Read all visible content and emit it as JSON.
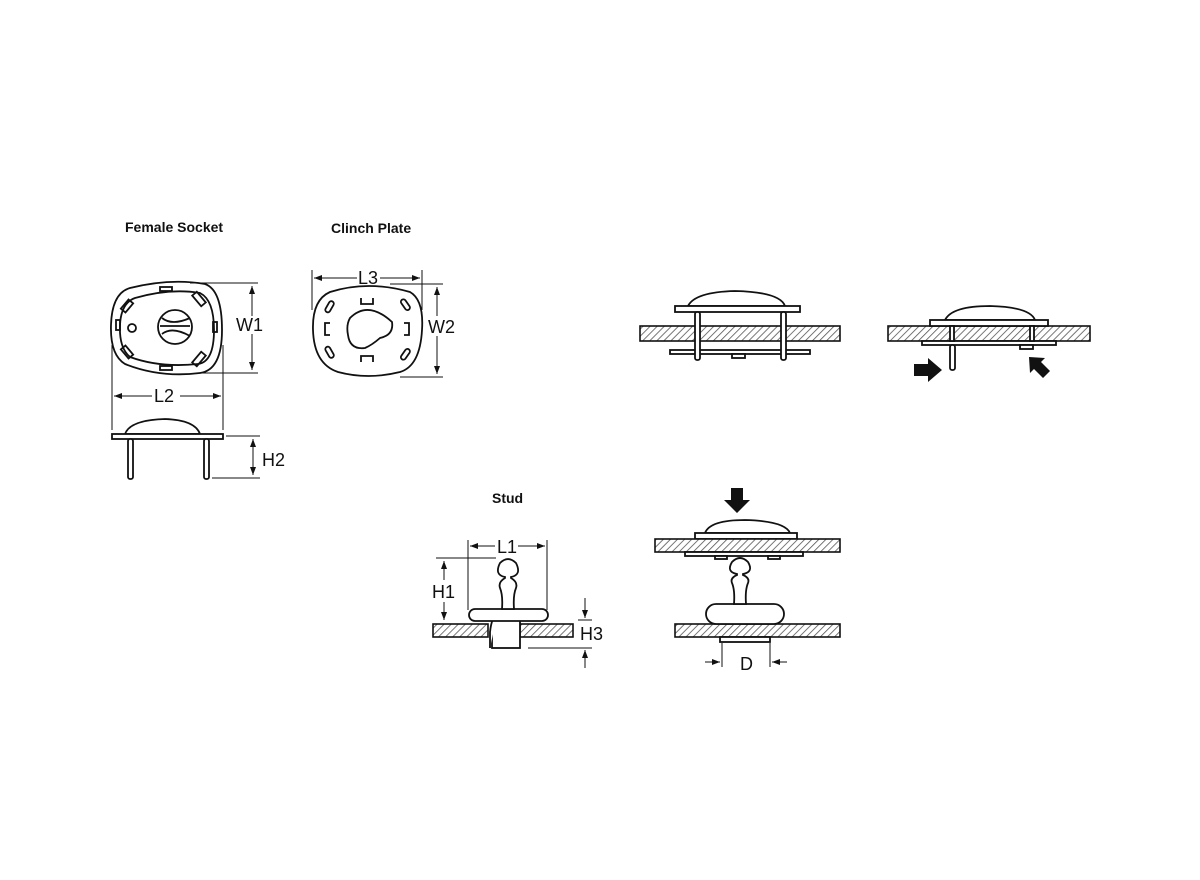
{
  "titles": {
    "female_socket": "Female Socket",
    "clinch_plate": "Clinch Plate",
    "stud": "Stud"
  },
  "dimensions": {
    "w1": "W1",
    "l2": "L2",
    "h2": "H2",
    "l3": "L3",
    "w2": "W2",
    "l1": "L1",
    "h1": "H1",
    "h3": "H3",
    "d": "D"
  }
}
